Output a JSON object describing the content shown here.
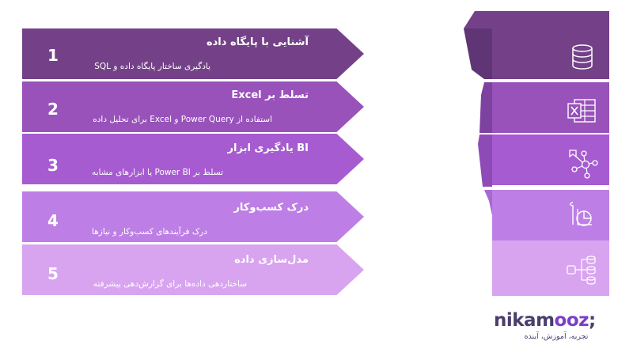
{
  "steps": [
    {
      "number": "1",
      "title": "آشنایی با پایگاه داده",
      "desc": "یادگیری ساختار پایگاه داده و SQL",
      "color": "#744188",
      "icon": "database-icon"
    },
    {
      "number": "2",
      "title": "تسلط بر Excel",
      "desc": "استفاده از Power Query و Excel برای تحلیل داده",
      "color": "#9852ba",
      "icon": "excel-icon"
    },
    {
      "number": "3",
      "title": "BI یادگیری ابزار",
      "desc": "تسلط بر Power BI یا ابزارهای مشابه",
      "color": "#a75bd1",
      "icon": "bi-network-icon"
    },
    {
      "number": "4",
      "title": "درک کسب‌وکار",
      "desc": "درک فرآیندهای کسب‌وکار و نیازها",
      "color": "#bd7fe5",
      "icon": "business-analytics-icon"
    },
    {
      "number": "5",
      "title": "مدل‌سازی داده",
      "desc": "ساختاردهی داده‌ها برای گزارش‌دهی پیشرفته",
      "color": "#d8a4ef",
      "icon": "data-model-icon"
    }
  ],
  "brand": {
    "name_part1": "nikam",
    "name_part2": "ooz",
    "name_part3": ";",
    "tagline": "تجربه، آموزش، آینده",
    "color_dark": "#4a3e6c",
    "color_accent": "#7a3fc6"
  }
}
